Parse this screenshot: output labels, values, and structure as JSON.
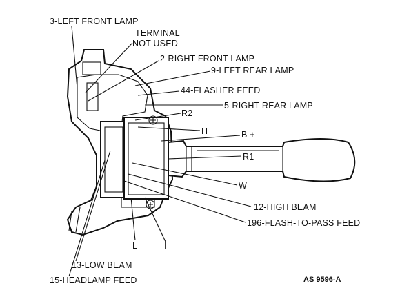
{
  "labels": {
    "left_front_lamp": "3-LEFT FRONT LAMP",
    "terminal_line1": "TERMINAL",
    "terminal_line2": "NOT USED",
    "right_front_lamp": "2-RIGHT FRONT LAMP",
    "left_rear_lamp": "9-LEFT REAR LAMP",
    "flasher_feed": "44-FLASHER FEED",
    "right_rear_lamp": "5-RIGHT REAR LAMP",
    "r2": "R2",
    "h": "H",
    "b_plus": "B +",
    "r1": "R1",
    "w": "W",
    "high_beam": "12-HIGH BEAM",
    "flash_to_pass": "196-FLASH-TO-PASS FEED",
    "l": "L",
    "i": "I",
    "low_beam": "13-LOW BEAM",
    "headlamp_feed": "15-HEADLAMP FEED",
    "figure_code": "AS 9596-A"
  }
}
